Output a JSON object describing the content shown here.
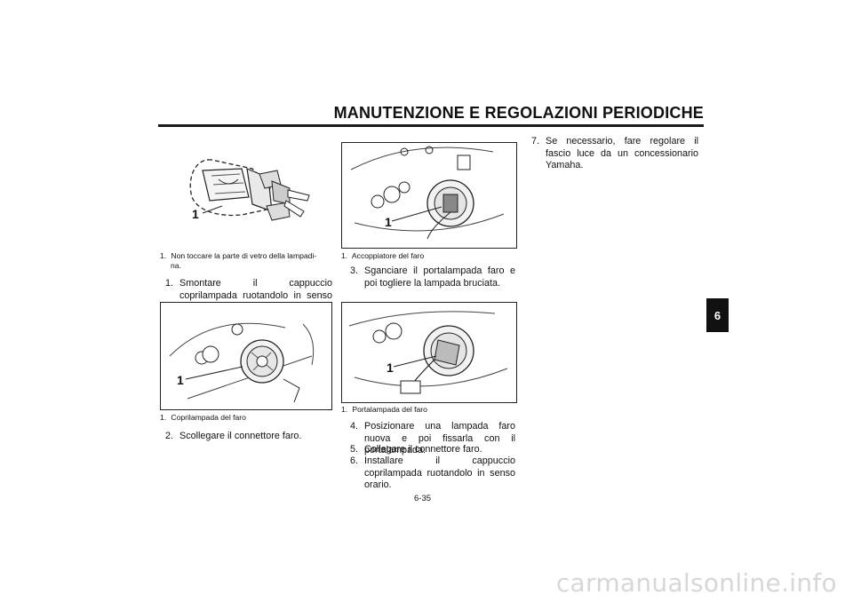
{
  "header": {
    "title": "MANUTENZIONE E REGOLAZIONI PERIODICHE"
  },
  "chapter_tab": "6",
  "figures": [
    {
      "callout": "1",
      "caption_num": "1.",
      "caption": "Non toccare la parte di vetro della lampadi-",
      "caption_cont": "na.",
      "icon": "halogen-bulb-illustration"
    },
    {
      "callout": "1",
      "caption_num": "1.",
      "caption": "Coprilampada del faro",
      "icon": "headlight-bulb-cover-illustration"
    },
    {
      "callout": "1",
      "caption_num": "1.",
      "caption": "Accoppiatore del faro",
      "icon": "headlight-coupler-illustration"
    },
    {
      "callout": "1",
      "caption_num": "1.",
      "caption": "Portalampada del faro",
      "icon": "headlight-bulb-holder-illustration"
    }
  ],
  "steps": [
    {
      "num": "1.",
      "text": "Smontare il cappuccio coprilampada ruotandolo in senso antiorario."
    },
    {
      "num": "2.",
      "text": "Scollegare il connettore faro."
    },
    {
      "num": "3.",
      "text": "Sganciare il portalampada faro e poi togliere la lampada bruciata."
    },
    {
      "num": "4.",
      "text": "Posizionare una lampada faro nuova e poi fissarla con il portalampada."
    },
    {
      "num": "5.",
      "text": "Collegare il connettore faro."
    },
    {
      "num": "6.",
      "text": "Installare il cappuccio coprilampada ruotandolo in senso orario."
    },
    {
      "num": "7.",
      "text": "Se necessario, fare regolare il fascio luce da un concessionario Yamaha."
    }
  ],
  "footer": {
    "page_number": "6-35",
    "watermark": "carmanualsonline.info"
  }
}
